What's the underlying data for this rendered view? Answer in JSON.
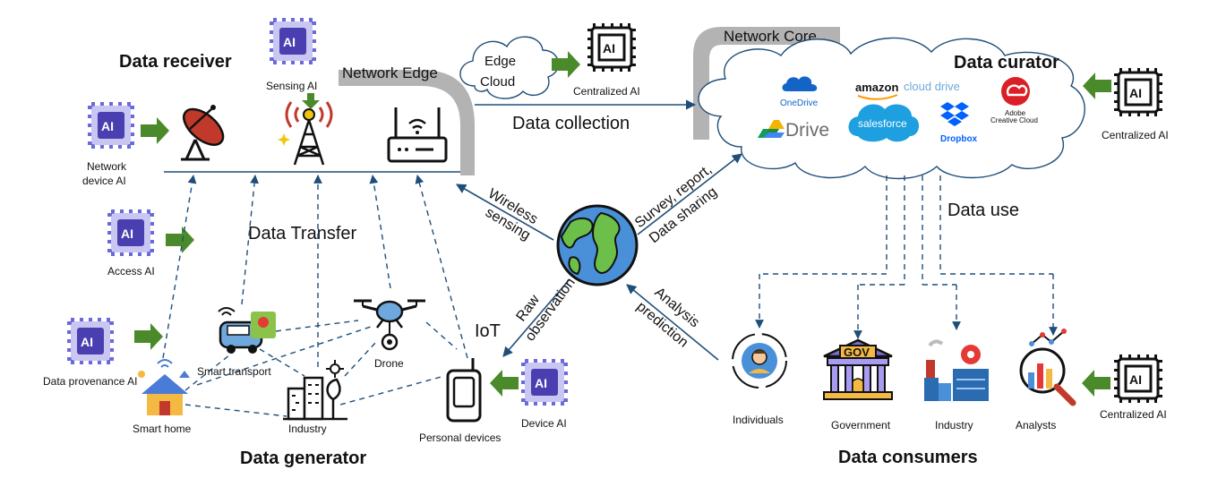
{
  "headings": {
    "data_receiver": "Data receiver",
    "data_curator": "Data curator",
    "data_generator": "Data generator",
    "data_consumers": "Data consumers"
  },
  "labels": {
    "network_edge": "Network Edge",
    "network_core": "Network Core",
    "edge_cloud_line1": "Edge",
    "edge_cloud_line2": "Cloud",
    "data_collection": "Data collection",
    "data_transfer": "Data Transfer",
    "data_use": "Data use",
    "iot": "IoT",
    "wireless_line1": "Wireless",
    "wireless_line2": "sensing",
    "survey_line1": "Survey, report,",
    "survey_line2": "Data sharing",
    "raw_line1": "Raw",
    "raw_line2": "observation",
    "analysis_line1": "Analysis",
    "analysis_line2": "prediction"
  },
  "ai_labels": {
    "sensing_ai": "Sensing AI",
    "network_device_ai_line1": "Network",
    "network_device_ai_line2": "device AI",
    "access_ai": "Access AI",
    "data_provenance_ai": "Data provenance AI",
    "device_ai": "Device AI",
    "centralized_ai_edge": "Centralized AI",
    "centralized_ai_curator": "Centralized AI",
    "centralized_ai_consumers": "Centralized AI",
    "chip_text": "AI"
  },
  "generators": {
    "smart_transport": "Smart transport",
    "drone": "Drone",
    "smart_home": "Smart home",
    "industry": "Industry",
    "personal_devices": "Personal devices"
  },
  "consumers": {
    "individuals": "Individuals",
    "government": "Government",
    "gov_sign": "GOV",
    "industry": "Industry",
    "analysts": "Analysts"
  },
  "cloud_services": {
    "onedrive": "OneDrive",
    "drive": "Drive",
    "amazon": "amazon",
    "cloud_drive": "cloud drive",
    "salesforce": "salesforce",
    "dropbox": "Dropbox",
    "adobe_line1": "Adobe",
    "adobe_line2": "Creative Cloud"
  },
  "colors": {
    "arrow_green": "#4a8a2a",
    "line_blue": "#1f4e79",
    "network_gray": "#b3b3b3",
    "chip_purple": "#5b4bc4"
  }
}
